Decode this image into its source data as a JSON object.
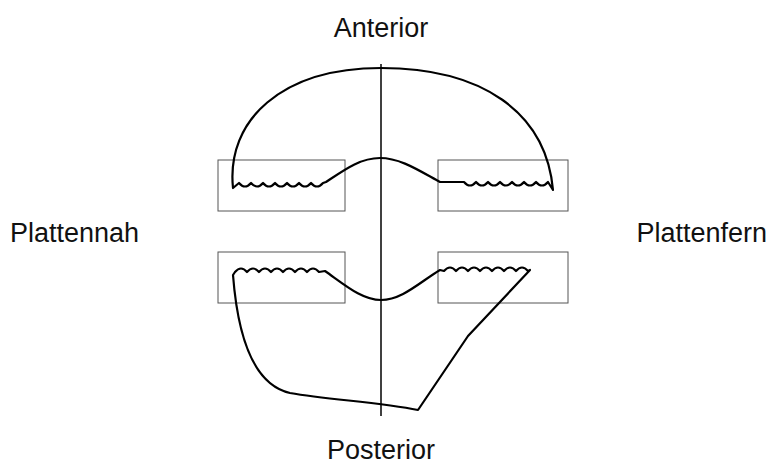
{
  "diagram": {
    "labels": [
      "Anterior",
      "Plattennah",
      "Plattenfern",
      "Posterior"
    ]
  }
}
